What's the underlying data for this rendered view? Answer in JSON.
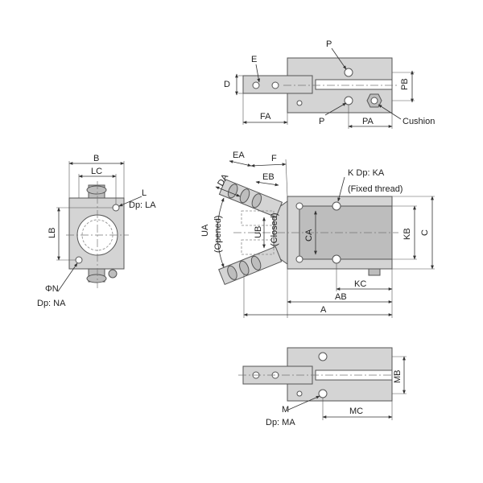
{
  "labels": {
    "top_view": {
      "E": "E",
      "D": "D",
      "P_top": "P",
      "PB": "PB",
      "FA": "FA",
      "P_bottom": "P",
      "PA": "PA",
      "cushion": "Cushion"
    },
    "side_view": {
      "B": "B",
      "LC": "LC",
      "L": "L",
      "dp_la": "Dp: LA",
      "LB": "LB",
      "phi_n": "ΦN",
      "dp_na": "Dp: NA"
    },
    "front_view": {
      "EA": "EA",
      "F": "F",
      "DA": "DA",
      "EB": "EB",
      "k_dp_ka": "K Dp: KA",
      "fixed_thread": "(Fixed thread)",
      "UA": "UA",
      "opened": "(Opened)",
      "UB": "UB",
      "closed": "(Closed)",
      "CA": "CA",
      "KB": "KB",
      "C": "C",
      "KC": "KC",
      "AB": "AB",
      "A": "A"
    },
    "bottom_view": {
      "MB": "MB",
      "M": "M",
      "dp_ma": "Dp: MA",
      "MC": "MC"
    }
  },
  "colors": {
    "body": "#d4d4d4",
    "body_dark": "#bdbdbd",
    "line": "#333333"
  }
}
